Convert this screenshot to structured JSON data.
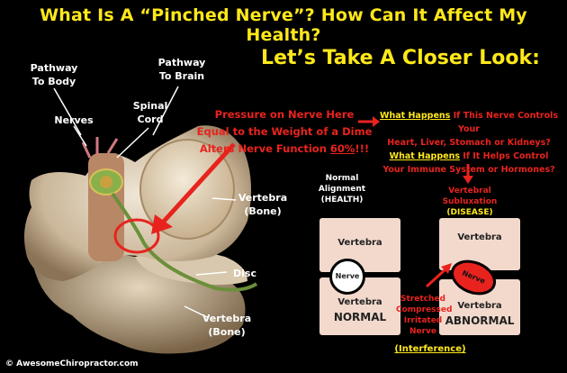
{
  "title": {
    "line1": "What Is A “Pinched Nerve”?  How Can It Affect My Health?",
    "line2": "Let’s Take A Closer Look:"
  },
  "spine_labels": {
    "pathway_body": [
      "Pathway",
      "To Body"
    ],
    "pathway_brain": [
      "Pathway",
      "To Brain"
    ],
    "nerves": "Nerves",
    "spinal_cord": [
      "Spinal",
      "Cord"
    ],
    "vertebra_top": [
      "Vertebra",
      "(Bone)"
    ],
    "disc": "Disc",
    "vertebra_bottom": [
      "Vertebra",
      "(Bone)"
    ]
  },
  "pressure": {
    "line1": "Pressure on Nerve Here",
    "line2": "Equal to the Weight of a Dime",
    "line3_prefix": "Alters Nerve Function ",
    "line3_value": "60%",
    "line3_suffix": "!!!"
  },
  "what_happens": {
    "heading1": "What Happens",
    "text1a": " If This Nerve Controls Your",
    "text1b": "Heart, Liver, Stomach or Kidneys?",
    "heading2": "What Happens",
    "text2a": " If It Helps Control",
    "text2b": "Your Immune System or Hormones?"
  },
  "normal_col": {
    "label": [
      "Normal",
      "Alignment",
      "(HEALTH)"
    ],
    "vertebra_top": "Vertebra",
    "nerve": "Nerve",
    "vertebra_bottom": "Vertebra",
    "status": "NORMAL"
  },
  "abnormal_col": {
    "label": [
      "Vertebral",
      "Subluxation"
    ],
    "disease": "(DISEASE)",
    "vertebra_top": "Vertebra",
    "nerve": "Nerve",
    "vertebra_bottom": "Vertebra",
    "status": "ABNORMAL"
  },
  "stretched": [
    "Stretched",
    "Compressed",
    "Irritated",
    "Nerve"
  ],
  "interference": "(Interference)",
  "footer": "© AwesomeChiropractor.com",
  "colors": {
    "yellow": "#ffe81a",
    "red": "#e8231e",
    "box": "#f2d9cc",
    "background": "#000000"
  }
}
